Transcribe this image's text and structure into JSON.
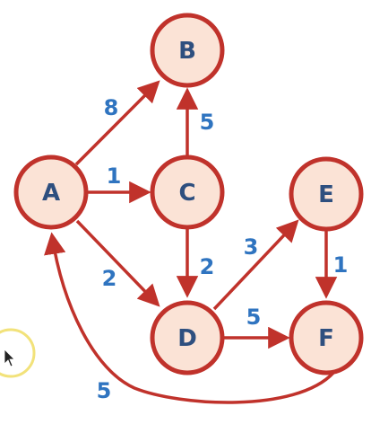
{
  "nodes": {
    "A": {
      "label": "A"
    },
    "B": {
      "label": "B"
    },
    "C": {
      "label": "C"
    },
    "D": {
      "label": "D"
    },
    "E": {
      "label": "E"
    },
    "F": {
      "label": "F"
    }
  },
  "edges": [
    {
      "from": "A",
      "to": "B",
      "weight": "8"
    },
    {
      "from": "A",
      "to": "C",
      "weight": "1"
    },
    {
      "from": "A",
      "to": "D",
      "weight": "2"
    },
    {
      "from": "C",
      "to": "B",
      "weight": "5"
    },
    {
      "from": "C",
      "to": "D",
      "weight": "2"
    },
    {
      "from": "D",
      "to": "E",
      "weight": "3"
    },
    {
      "from": "D",
      "to": "F",
      "weight": "5"
    },
    {
      "from": "E",
      "to": "F",
      "weight": "1"
    },
    {
      "from": "F",
      "to": "A",
      "weight": "5"
    }
  ],
  "colors": {
    "node_fill": "#fbe3d6",
    "node_stroke": "#c0322b",
    "edge": "#c0322b",
    "node_text": "#2e4f7f",
    "weight_text": "#2f74c0",
    "cursor_ring": "#f2e27a"
  },
  "icons": {
    "cursor": "mouse-pointer-icon"
  }
}
